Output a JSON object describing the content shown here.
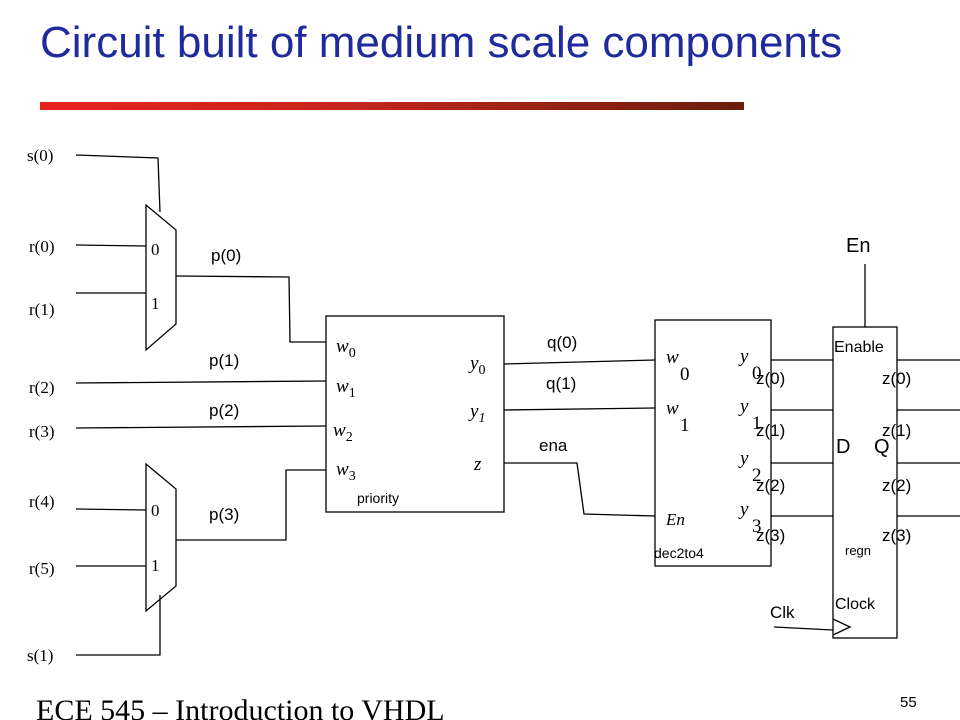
{
  "title": "Circuit built of medium scale components",
  "footer": "ECE 545 – Introduction to VHDL",
  "page_number": "55",
  "colors": {
    "title": "#1f2a9c",
    "rule_start": "#e8231f",
    "rule_end": "#6b1d0c"
  },
  "inputs": {
    "s0": "s(0)",
    "r0": "r(0)",
    "r1": "r(1)",
    "r2": "r(2)",
    "r3": "r(3)",
    "r4": "r(4)",
    "r5": "r(5)",
    "s1": "s(1)"
  },
  "mux_top": {
    "in0": "0",
    "in1": "1"
  },
  "mux_bottom": {
    "in0": "0",
    "in1": "1"
  },
  "signals": {
    "p0": "p(0)",
    "p1": "p(1)",
    "p2": "p(2)",
    "p3": "p(3)",
    "q0": "q(0)",
    "q1": "q(1)",
    "ena": "ena",
    "en": "En",
    "clk": "Clk"
  },
  "priority": {
    "w": "w",
    "y": "y",
    "z": "z",
    "s0": "0",
    "s1": "1",
    "s2": "2",
    "s3": "3",
    "name": "priority"
  },
  "decoder": {
    "w": "w",
    "y": "y",
    "en": "En",
    "s0": "0",
    "s1": "1",
    "s2": "2",
    "s3": "3",
    "name": "dec2to4",
    "out0": "z(0)",
    "out1": "z(1)",
    "out2": "z(2)",
    "out3": "z(3)"
  },
  "register": {
    "enable": "Enable",
    "d": "D",
    "q": "Q",
    "name": "regn",
    "clock": "Clock",
    "out0": "z(0)",
    "out1": "z(1)",
    "out2": "z(2)",
    "out3": "z(3)"
  }
}
